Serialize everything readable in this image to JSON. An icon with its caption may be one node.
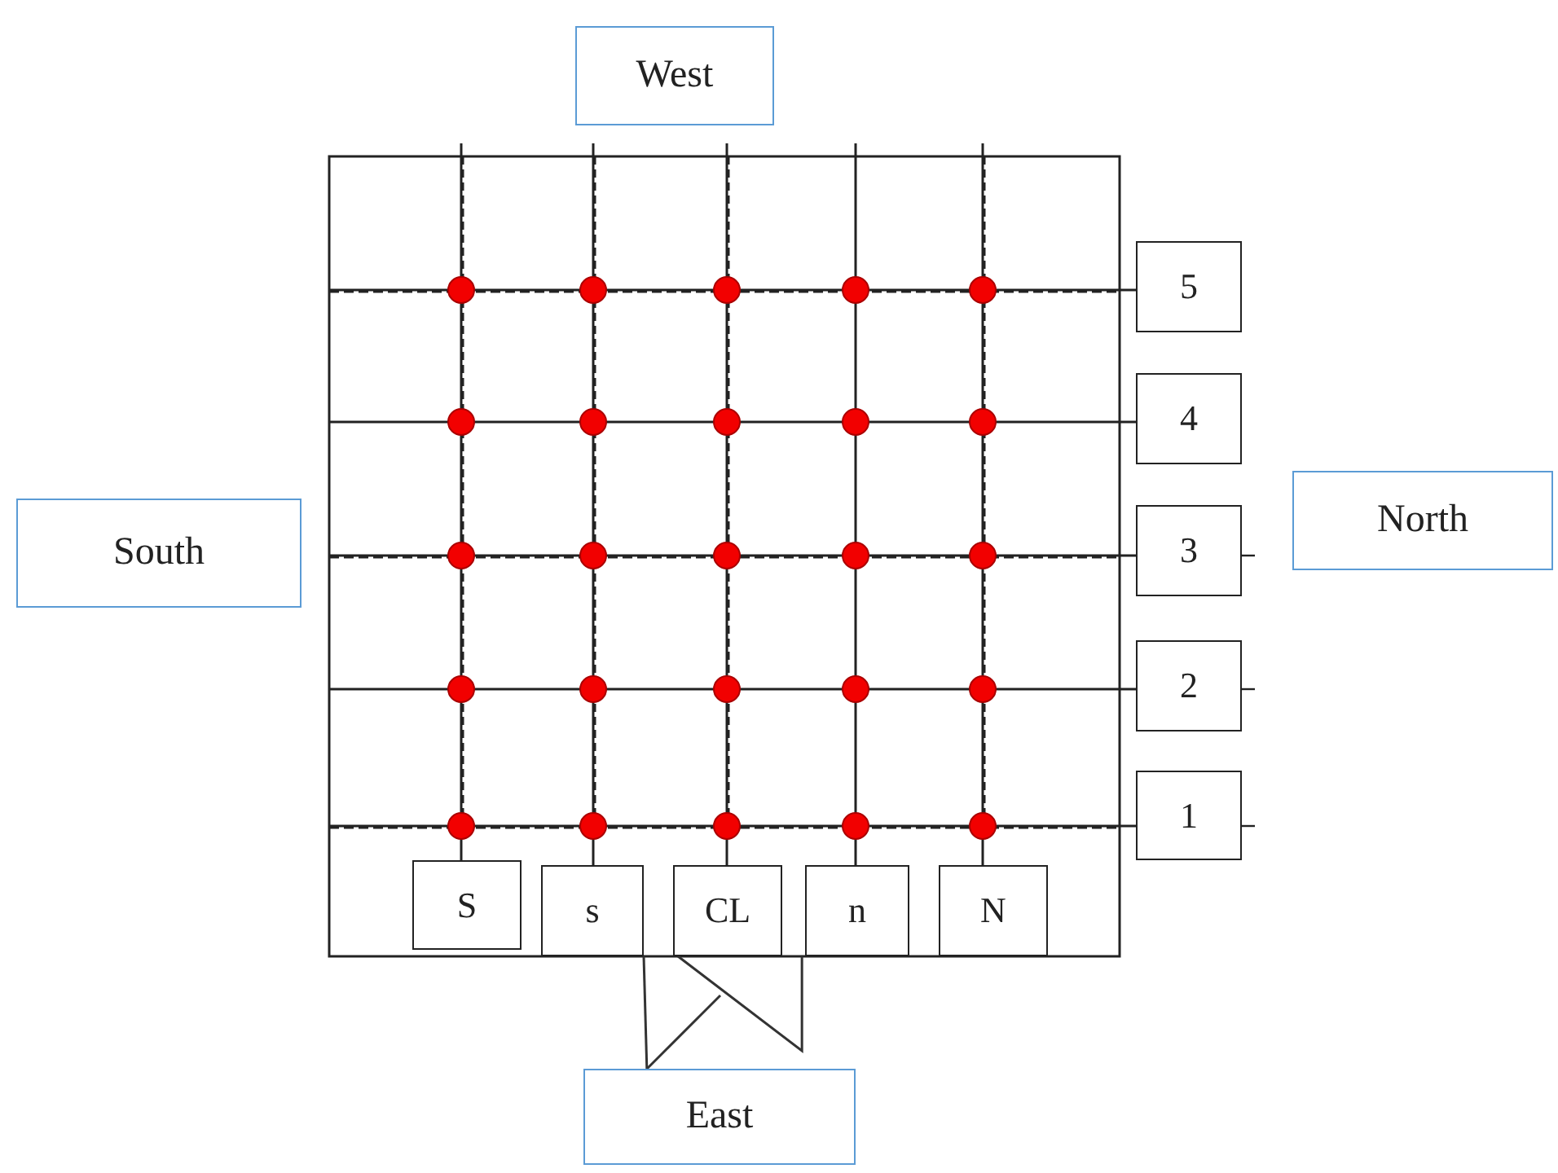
{
  "diagram": {
    "nodes": [
      {
        "text": [
          "West"
        ]
      },
      {
        "text": [
          "South"
        ]
      },
      {
        "text": [
          "North"
        ]
      },
      {
        "text": [
          "5"
        ]
      },
      {
        "text": [
          "4"
        ]
      },
      {
        "text": [
          "3"
        ]
      },
      {
        "text": [
          "2"
        ]
      },
      {
        "text": [
          "1"
        ]
      },
      {
        "text": [
          "S"
        ]
      },
      {
        "text": [
          "s"
        ]
      },
      {
        "text": [
          "CL"
        ]
      },
      {
        "text": [
          "n"
        ]
      },
      {
        "text": [
          "N"
        ]
      },
      {
        "text": [
          "East"
        ]
      }
    ],
    "edges": [
      {
        "from": 9,
        "to": 13,
        "arrow": "none"
      },
      {
        "from": 10,
        "to": 11,
        "arrow": "none"
      }
    ]
  }
}
